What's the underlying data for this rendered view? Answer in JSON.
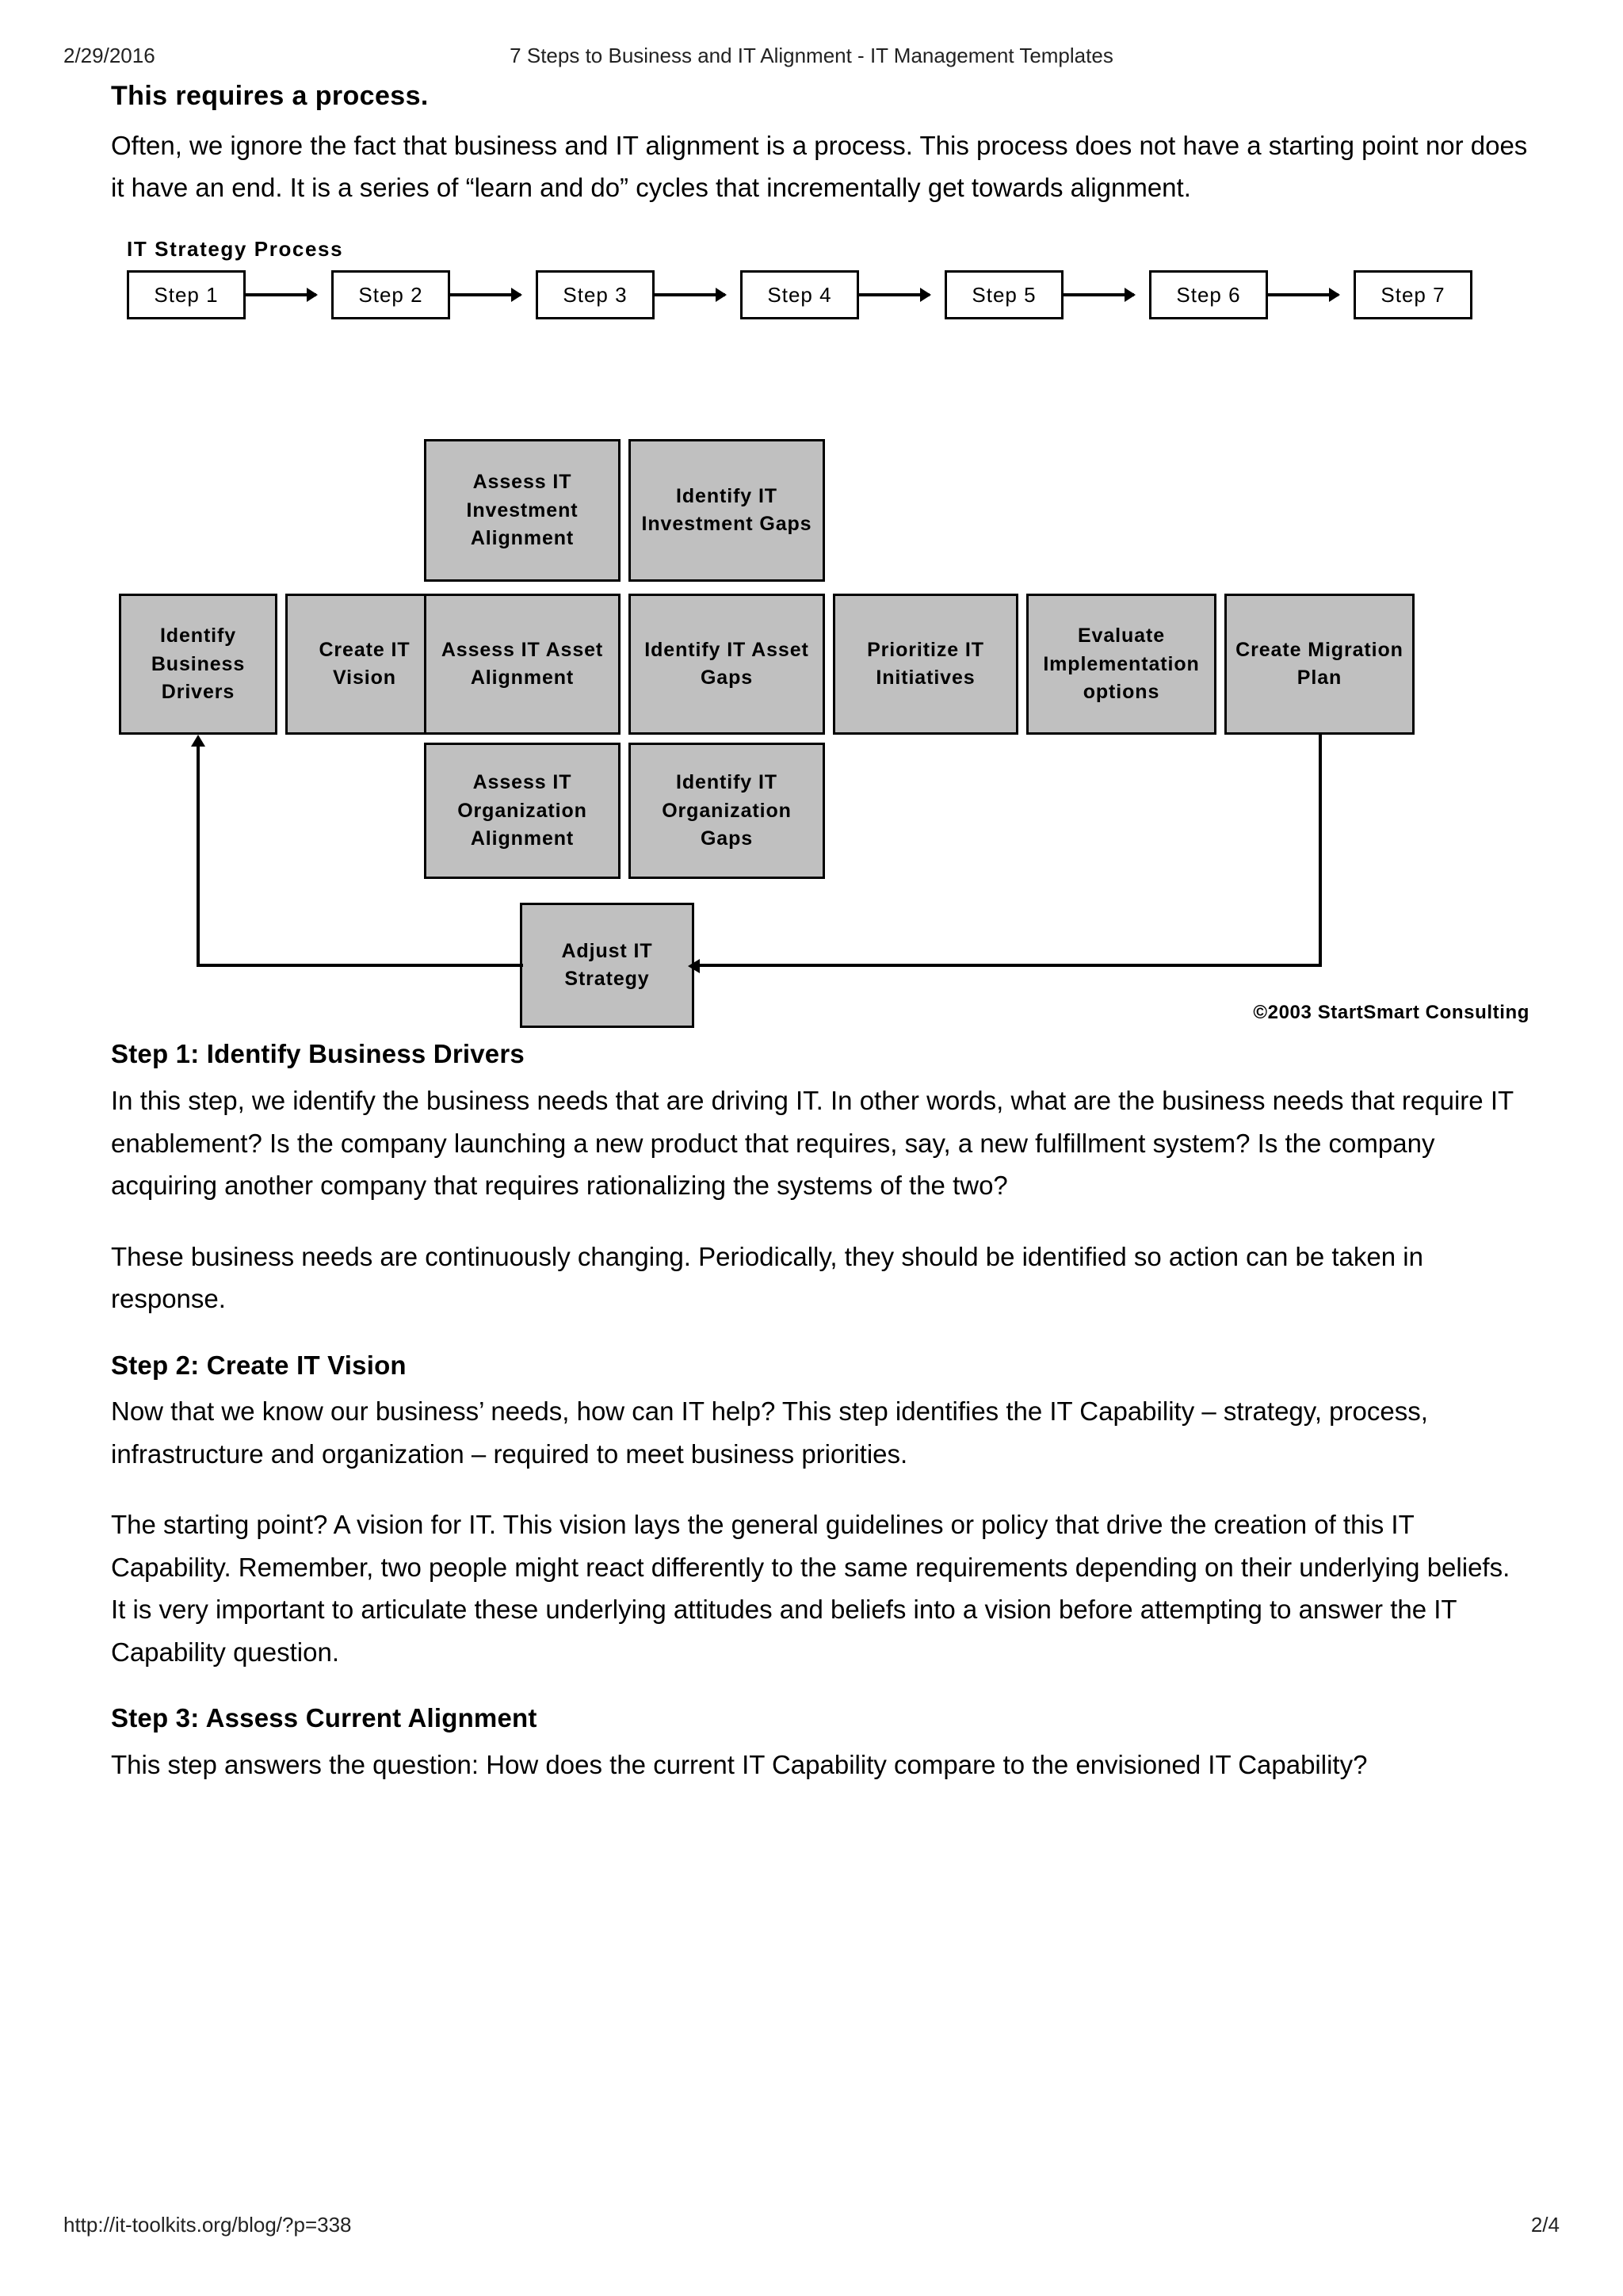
{
  "print_header": {
    "date": "2/29/2016",
    "title": "7 Steps to Business and IT Alignment - IT Management Templates"
  },
  "print_footer": {
    "url": "http://it-toolkits.org/blog/?p=338",
    "page": "2/4"
  },
  "article": {
    "intro_heading": "This requires a process.",
    "intro_paragraph": "Often, we ignore the fact that business and IT alignment is a process. This process does not have a starting point nor does it have an end. It is a series of “learn and do” cycles that incrementally get towards alignment.",
    "steps": [
      {
        "heading": "Step 1: Identify Business Drivers",
        "paragraphs": [
          "In this step, we identify the business needs that are driving IT. In other words, what are the business needs that require IT enablement? Is the company launching a new product that requires, say, a new fulfillment system? Is the company acquiring another company that requires rationalizing the systems of the two?",
          "These business needs are continuously changing. Periodically, they should be identified so action can be taken in response."
        ]
      },
      {
        "heading": "Step 2: Create IT Vision",
        "paragraphs": [
          "Now that we know our business’ needs, how can IT help? This step identifies the IT Capability – strategy, process, infrastructure and organization – required to meet business priorities.",
          "The starting point? A vision for IT. This vision lays the general guidelines or policy that drive the creation of this IT Capability. Remember, two people might react differently to the same requirements depending on their underlying beliefs. It is very important to articulate these underlying attitudes and beliefs into a vision before attempting to answer the IT Capability question."
        ]
      },
      {
        "heading": "Step 3: Assess Current Alignment",
        "paragraphs": [
          "This step answers the question: How does the current IT Capability compare to the envisioned IT Capability?"
        ]
      }
    ]
  },
  "diagram": {
    "title": "IT Strategy Process",
    "copyright": "©2003 StartSmart Consulting",
    "step_strip": [
      "Step 1",
      "Step 2",
      "Step 3",
      "Step 4",
      "Step 5",
      "Step 6",
      "Step 7"
    ],
    "top_row": [
      "Assess IT Investment Alignment",
      "Identify IT Investment Gaps"
    ],
    "middle_row": [
      "Identify Business Drivers",
      "Create IT Vision",
      "Assess IT Asset Alignment",
      "Identify IT Asset Gaps",
      "Prioritize IT Initiatives",
      "Evaluate Implementation options",
      "Create Migration Plan"
    ],
    "bottom_row": [
      "Assess IT Organization Alignment",
      "Identify IT Organization Gaps"
    ],
    "feedback_box": "Adjust IT Strategy",
    "colors": {
      "box_fill": "#c0c0c0",
      "box_border": "#000000",
      "step_fill": "#ffffff"
    }
  }
}
